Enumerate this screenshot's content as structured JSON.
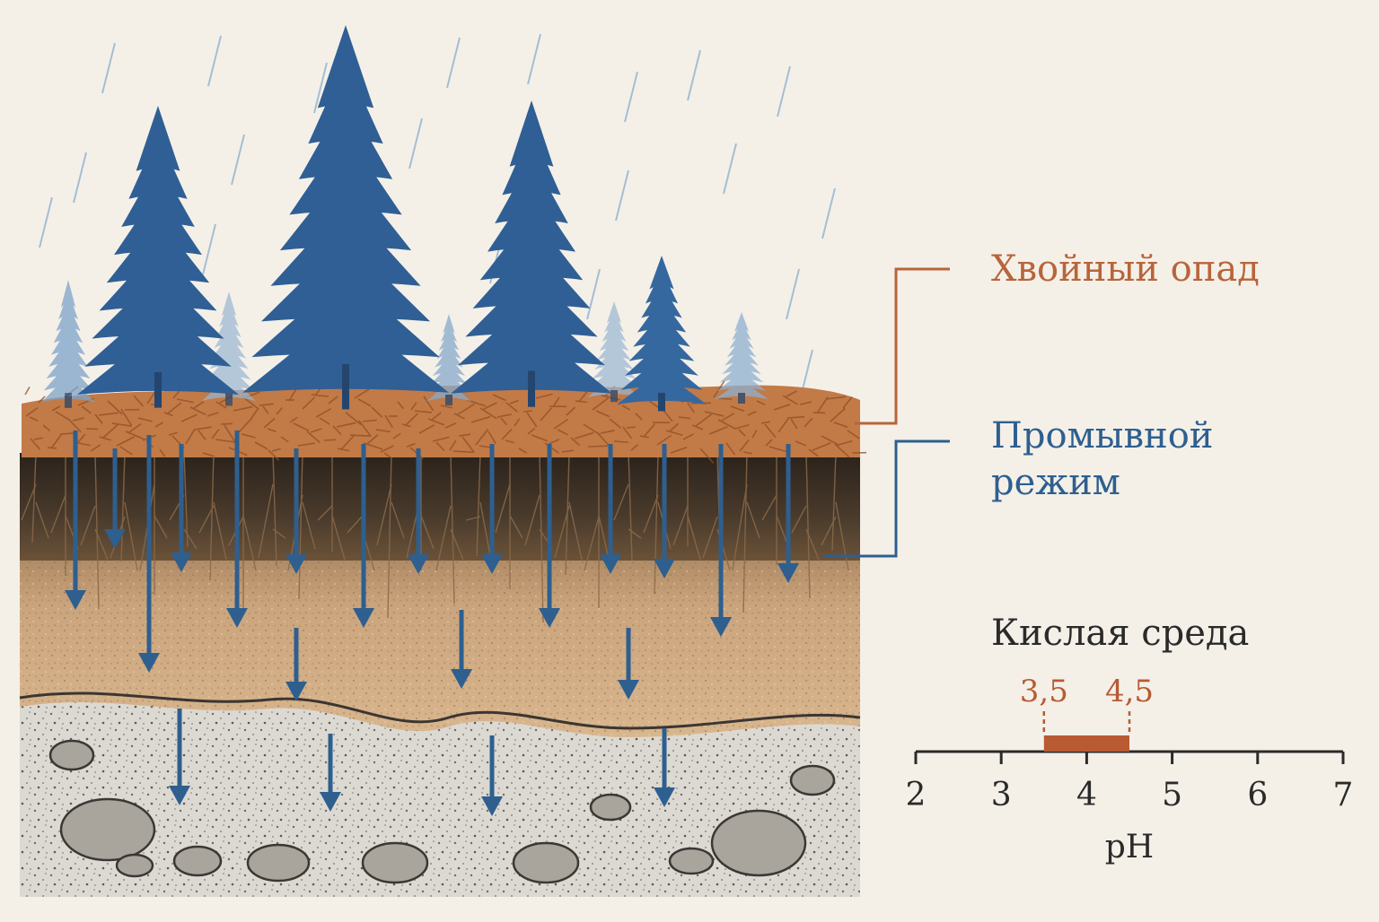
{
  "labels": {
    "conifer_litter": "Хвойный опад",
    "leaching_line1": "Промывной",
    "leaching_line2": "режим",
    "acid_medium": "Кислая среда"
  },
  "ph_scale": {
    "axis_label": "pH",
    "ticks": [
      "2",
      "3",
      "4",
      "5",
      "6",
      "7"
    ],
    "min": 2,
    "max": 7,
    "range_low": 3.5,
    "range_high": 4.5,
    "range_low_label": "3,5",
    "range_high_label": "4,5"
  },
  "colors": {
    "litter": "#c27a47",
    "leaching": "#2e5f8f",
    "text": "#2a2a2a",
    "tree": "#2f5f95",
    "humus": "#3a2f25",
    "eluvial": "#c9a27c",
    "bedrock": "#d6d3cc",
    "background": "#f4f0e8"
  }
}
